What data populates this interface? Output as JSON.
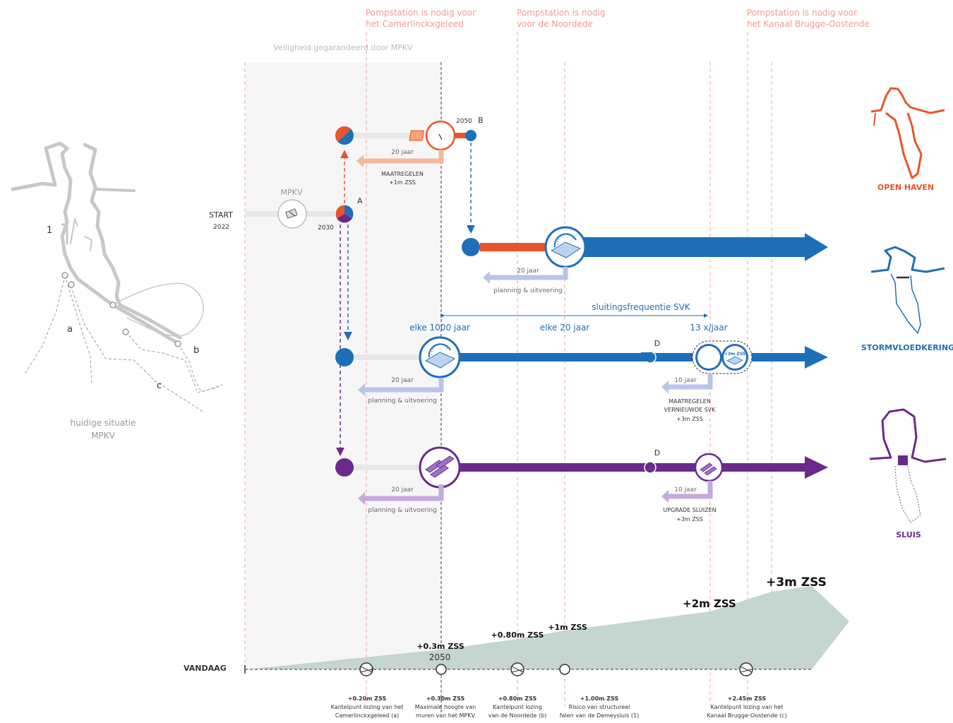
{
  "colors": {
    "orange": "#e8552a",
    "blue": "#1f6fb8",
    "purple": "#6a2a8c",
    "light_orange": "#f6b898",
    "light_blue": "#b8c4ec",
    "light_purple": "#c3a9dc",
    "grey_line": "#e8e8e8",
    "pink_dash": "#f0a6a6",
    "sea_fill": "#c5d5d0",
    "pink_text": "#ef9c8e",
    "map_grey": "#c8c8c8"
  },
  "top_labels": {
    "security": "Veiligheid gegarandeerd door MPKV",
    "pump1": [
      "Pompstation is nodig voor",
      "het Camerlinckxgeleed"
    ],
    "pump2": [
      "Pompstation is nodig",
      "voor de Noordede"
    ],
    "pump3": [
      "Pompstation is nodig voor",
      "het Kanaal Brugge-Oostende"
    ]
  },
  "map": {
    "label_1": "1",
    "label_a": "a",
    "label_b": "b",
    "label_c": "c",
    "caption": [
      "huidige situatie",
      "MPKV"
    ]
  },
  "start": {
    "label": "START",
    "year": "2022",
    "mpkv": "MPKV"
  },
  "node_a": {
    "letter": "A",
    "year": "2030"
  },
  "node_b": {
    "letter": "B",
    "year": "2050"
  },
  "node_d": {
    "letter": "D"
  },
  "measures": {
    "orange_years": "20 jaar",
    "orange_line1": "MAATREGELEN",
    "orange_line2": "+1m ZSS",
    "blue_top_years": "20 jaar",
    "blue_top_caption": "planning & uitvoering",
    "svk_years": "20 jaar",
    "svk_caption": "planning & uitvoering",
    "svk_d_years": "10 jaar",
    "svk_d_line1": "MAATREGELEN",
    "svk_d_line2": "VERNIEUWDE SVK",
    "svk_d_line3": "+3m ZSS",
    "svk_icon_badge": "+3m ZSS",
    "sluis_years": "20 jaar",
    "sluis_caption": "planning & uitvoering",
    "sluis_d_years": "10 jaar",
    "sluis_d_line1": "UPGRADE SLUIZEN",
    "sluis_d_line2": "+3m ZSS"
  },
  "frequency": {
    "title": "sluitingsfrequentie SVK",
    "f1": "elke 1000 jaar",
    "f2": "elke 20 jaar",
    "f3": "13 x/jaar"
  },
  "strategies": {
    "open_haven": "OPEN HAVEN",
    "stormvloedkering": "STORMVLOEDKERING",
    "sluis": "SLUIS"
  },
  "bottom": {
    "vandaag": "VANDAAG",
    "year_2050": "2050",
    "zss_03": "+0.3m ZSS",
    "zss_080": "+0.80m ZSS",
    "zss_1": "+1m ZSS",
    "zss_2": "+2m ZSS",
    "zss_3": "+3m ZSS",
    "tip1": [
      "+0.20m ZSS",
      "Kantelpunt lozing van het",
      "Camerlinckxgeleed (a)"
    ],
    "tip2": [
      "+0.30m ZSS",
      "Maximale hoogte van",
      "muren van het MPKV"
    ],
    "tip3": [
      "+0.80m ZSS",
      "Kantelpunt lozing",
      "van de Noordede (b)"
    ],
    "tip4": [
      "+1.00m ZSS",
      "Risico van structureel",
      "falen van de Demeysluis (1)"
    ],
    "tip5": [
      "+2.45m ZSS",
      "Kantelpunt lozing van het",
      "Kanaal Brugge-Oostende (c)"
    ]
  }
}
